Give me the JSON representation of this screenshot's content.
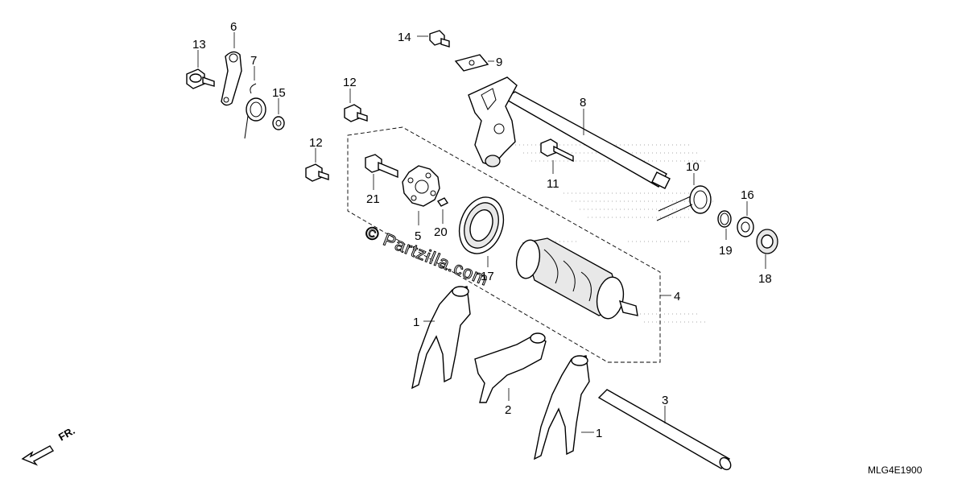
{
  "diagram": {
    "watermark": "© Partzilla.com",
    "direction_label": "FR.",
    "diagram_code": "MLG4E1900",
    "callouts": [
      {
        "id": "c13",
        "label": "13"
      },
      {
        "id": "c6",
        "label": "6"
      },
      {
        "id": "c7",
        "label": "7"
      },
      {
        "id": "c15",
        "label": "15"
      },
      {
        "id": "c12a",
        "label": "12"
      },
      {
        "id": "c12b",
        "label": "12"
      },
      {
        "id": "c14",
        "label": "14"
      },
      {
        "id": "c9",
        "label": "9"
      },
      {
        "id": "c8",
        "label": "8"
      },
      {
        "id": "c11",
        "label": "11"
      },
      {
        "id": "c10",
        "label": "10"
      },
      {
        "id": "c16",
        "label": "16"
      },
      {
        "id": "c19",
        "label": "19"
      },
      {
        "id": "c18",
        "label": "18"
      },
      {
        "id": "c21",
        "label": "21"
      },
      {
        "id": "c5",
        "label": "5"
      },
      {
        "id": "c20",
        "label": "20"
      },
      {
        "id": "c17",
        "label": "17"
      },
      {
        "id": "c4",
        "label": "4"
      },
      {
        "id": "c1a",
        "label": "1"
      },
      {
        "id": "c2",
        "label": "2"
      },
      {
        "id": "c3",
        "label": "3"
      },
      {
        "id": "c1b",
        "label": "1"
      }
    ]
  }
}
